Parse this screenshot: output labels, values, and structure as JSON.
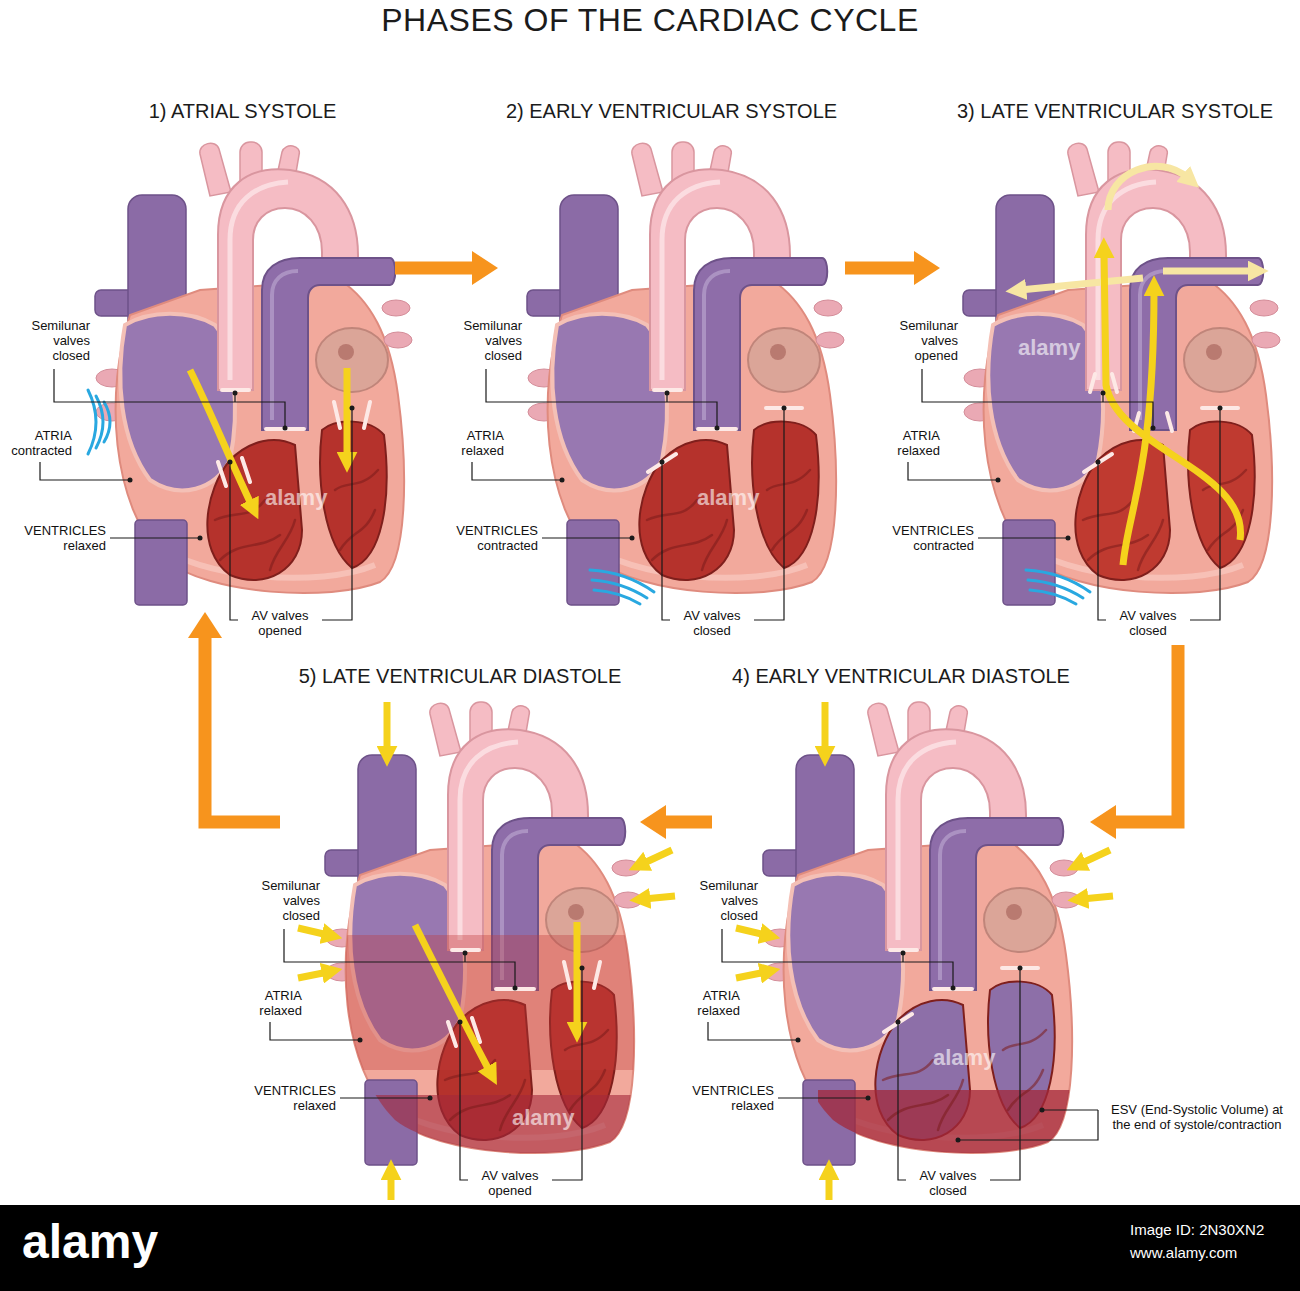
{
  "diagram": {
    "title": "PHASES OF THE CARDIAC CYCLE",
    "nodes": [
      {
        "text": [
          "1) ATRIAL SYSTOLE"
        ]
      },
      {
        "text": [
          "2) EARLY VENTRICULAR SYSTOLE"
        ]
      },
      {
        "text": [
          "3) LATE VENTRICULAR SYSTOLE"
        ]
      },
      {
        "text": [
          "5) LATE VENTRICULAR DIASTOLE"
        ]
      },
      {
        "text": [
          "4) EARLY VENTRICULAR DIASTOLE"
        ]
      }
    ],
    "edges": [
      {
        "from": 0,
        "to": 1,
        "arrow": "to"
      },
      {
        "from": 1,
        "to": 2,
        "arrow": "to"
      },
      {
        "from": 2,
        "to": 4,
        "arrow": "to"
      },
      {
        "from": 4,
        "to": 3,
        "arrow": "to"
      },
      {
        "from": 3,
        "to": 0,
        "arrow": "to"
      }
    ],
    "labels": [
      "Semilunar valves closed",
      "ATRIA contracted",
      "VENTRICLES relaxed",
      "AV valves opened",
      "Semilunar valves closed",
      "ATRIA relaxed",
      "VENTRICLES contracted",
      "AV valves closed",
      "Semilunar valves opened",
      "ATRIA relaxed",
      "VENTRICLES contracted",
      "AV valves closed",
      "Semilunar valves closed",
      "ATRIA relaxed",
      "VENTRICLES relaxed",
      "AV valves opened",
      "Semilunar valves closed",
      "ATRIA relaxed",
      "VENTRICLES relaxed",
      "AV valves closed",
      "ESV (End-Systolic Volume) at the end of systole/contraction",
      "alamy",
      "alamy",
      "alamy",
      "alamy",
      "alamy",
      "alamy",
      "Image ID: 2N30XN2",
      "www.alamy.com"
    ]
  }
}
